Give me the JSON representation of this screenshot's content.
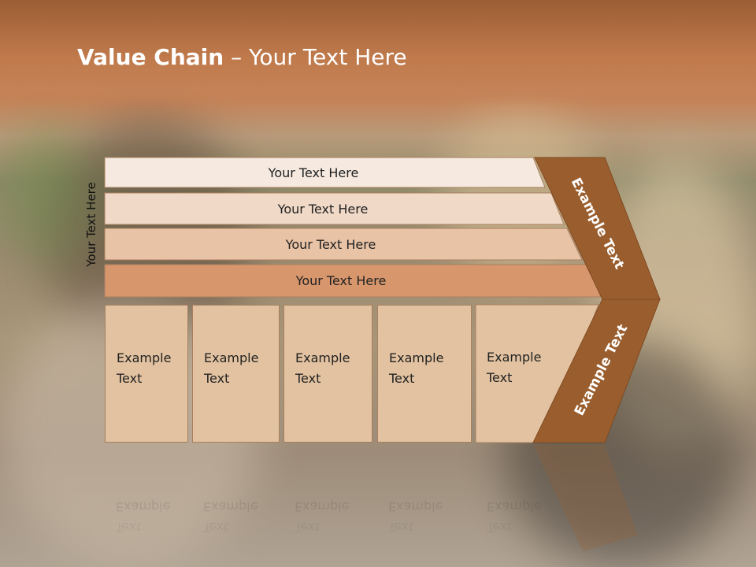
{
  "title": {
    "bold": "Value Chain",
    "rest": " – Your Text Here"
  },
  "side_label": "Your Text Here",
  "rows": [
    {
      "label": "Your Text Here",
      "color": "#f5e9e0"
    },
    {
      "label": "Your Text Here",
      "color": "#f0d9c6"
    },
    {
      "label": "Your Text Here",
      "color": "#e8c3a6"
    },
    {
      "label": "Your Text Here",
      "color": "#d7966c"
    }
  ],
  "columns": [
    {
      "line1": "Example",
      "line2": "Text"
    },
    {
      "line1": "Example",
      "line2": "Text"
    },
    {
      "line1": "Example",
      "line2": "Text"
    },
    {
      "line1": "Example",
      "line2": "Text"
    },
    {
      "line1": "Example",
      "line2": "Text"
    }
  ],
  "arrow_top_label": "Example Text",
  "arrow_bottom_label": "Example Text",
  "colors": {
    "arrow": "#9a5e2e",
    "column_fill": "#e2c2a0"
  }
}
